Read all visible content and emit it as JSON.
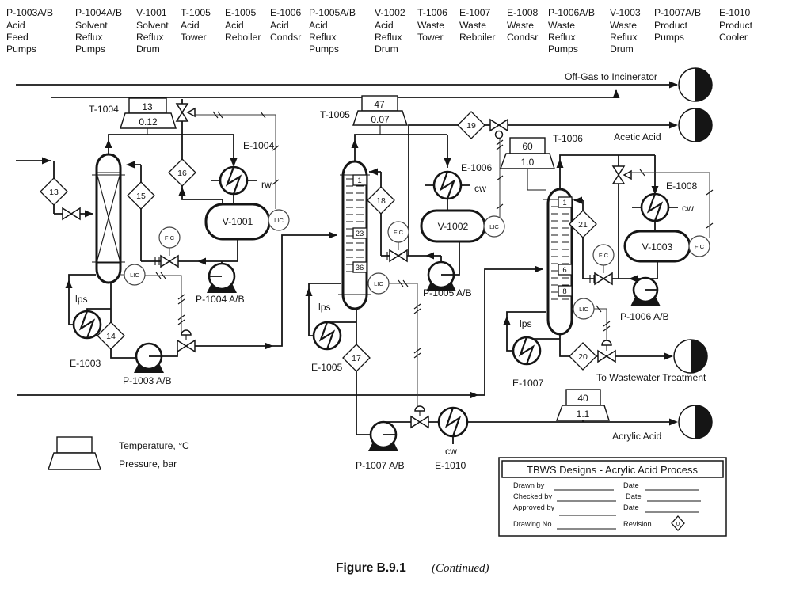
{
  "header": {
    "equipment": [
      {
        "tag": "P-1003A/B",
        "l1": "Acid",
        "l2": "Feed",
        "l3": "Pumps"
      },
      {
        "tag": "P-1004A/B",
        "l1": "Solvent",
        "l2": "Reflux",
        "l3": "Pumps"
      },
      {
        "tag": "V-1001",
        "l1": "Solvent",
        "l2": "Reflux",
        "l3": "Drum"
      },
      {
        "tag": "T-1005",
        "l1": "Acid",
        "l2": "Tower",
        "l3": ""
      },
      {
        "tag": "E-1005",
        "l1": "Acid",
        "l2": "Reboiler",
        "l3": ""
      },
      {
        "tag": "E-1006",
        "l1": "Acid",
        "l2": "Condsr",
        "l3": ""
      },
      {
        "tag": "P-1005A/B",
        "l1": "Acid",
        "l2": "Reflux",
        "l3": "Pumps"
      },
      {
        "tag": "V-1002",
        "l1": "Acid",
        "l2": "Reflux",
        "l3": "Drum"
      },
      {
        "tag": "T-1006",
        "l1": "Waste",
        "l2": "Tower",
        "l3": ""
      },
      {
        "tag": "E-1007",
        "l1": "Waste",
        "l2": "Reboiler",
        "l3": ""
      },
      {
        "tag": "E-1008",
        "l1": "Waste",
        "l2": "Condsr",
        "l3": ""
      },
      {
        "tag": "P-1006A/B",
        "l1": "Waste",
        "l2": "Reflux",
        "l3": "Pumps"
      },
      {
        "tag": "V-1003",
        "l1": "Waste",
        "l2": "Reflux",
        "l3": "Drum"
      },
      {
        "tag": "P-1007A/B",
        "l1": "Product",
        "l2": "Pumps",
        "l3": ""
      },
      {
        "tag": "E-1010",
        "l1": "Product",
        "l2": "Cooler",
        "l3": ""
      }
    ]
  },
  "towers": {
    "t1004": "T-1004",
    "t1005": "T-1005",
    "t1006": "T-1006"
  },
  "trays": {
    "t1005_top": "1",
    "t1005_mid": "23",
    "t1005_bot": "36",
    "t1006_top": "1",
    "t1006_mid": "6",
    "t1006_bot": "8"
  },
  "equipment": {
    "e1003": "E-1003",
    "e1004": "E-1004",
    "e1005": "E-1005",
    "e1006": "E-1006",
    "e1007": "E-1007",
    "e1008": "E-1008",
    "e1010": "E-1010",
    "v1001": "V-1001",
    "v1002": "V-1002",
    "v1003": "V-1003",
    "p1003": "P-1003 A/B",
    "p1004": "P-1004 A/B",
    "p1005": "P-1005 A/B",
    "p1006": "P-1006 A/B",
    "p1007": "P-1007 A/B"
  },
  "streams": {
    "s13": "13",
    "s14": "14",
    "s15": "15",
    "s16": "16",
    "s17": "17",
    "s18": "18",
    "s19": "19",
    "s20": "20",
    "s21": "21"
  },
  "flags": {
    "t1004_temp": "13",
    "t1004_pres": "0.12",
    "t1005_temp": "47",
    "t1005_pres": "0.07",
    "t1006_temp": "60",
    "t1006_pres": "1.0",
    "product_temp": "40",
    "product_pres": "1.1"
  },
  "utilities": {
    "rw": "rw",
    "cw": "cw",
    "lps": "lps"
  },
  "instruments": {
    "fic": "FIC",
    "lic": "LIC"
  },
  "offpage": {
    "offgas": "Off-Gas to Incinerator",
    "acetic": "Acetic Acid",
    "wastewater": "To Wastewater Treatment",
    "acrylic": "Acrylic Acid"
  },
  "legend": {
    "temperature": "Temperature, °C",
    "pressure": "Pressure, bar"
  },
  "title_block": {
    "title": "TBWS Designs  -  Acrylic Acid Process",
    "drawn": "Drawn by",
    "checked": "Checked by",
    "approved": "Approved by",
    "date": "Date",
    "drawing_no": "Drawing No.",
    "revision": "Revision",
    "revision_value": "0"
  },
  "caption": {
    "figure": "Figure B.9.1",
    "continued": "(Continued)"
  }
}
